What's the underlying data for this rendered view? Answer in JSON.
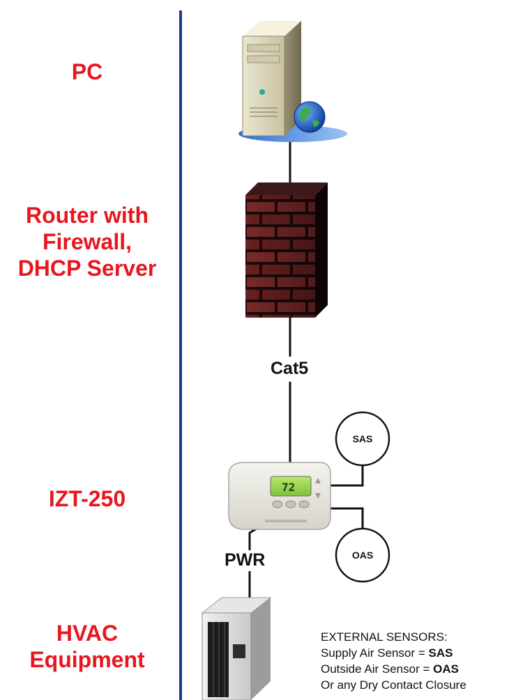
{
  "labels": {
    "pc": "PC",
    "router_line1": "Router with",
    "router_line2": "Firewall,",
    "router_line3": "DHCP Server",
    "thermostat": "IZT-250",
    "hvac_line1": "HVAC",
    "hvac_line2": "Equipment"
  },
  "connections": {
    "cat5": "Cat5",
    "pwr": "PWR"
  },
  "sensors": {
    "sas": "SAS",
    "oas": "OAS"
  },
  "thermostat_display": "72",
  "notes": {
    "heading": "EXTERNAL SENSORS:",
    "line1_text": "Supply Air Sensor = ",
    "line1_bold": "SAS",
    "line2_text": "Outside Air Sensor = ",
    "line2_bold": "OAS",
    "line3_text": "Or any Dry Contact Closure"
  },
  "colors": {
    "label_red": "#e8161e",
    "divider_blue": "#1f3a8f"
  }
}
